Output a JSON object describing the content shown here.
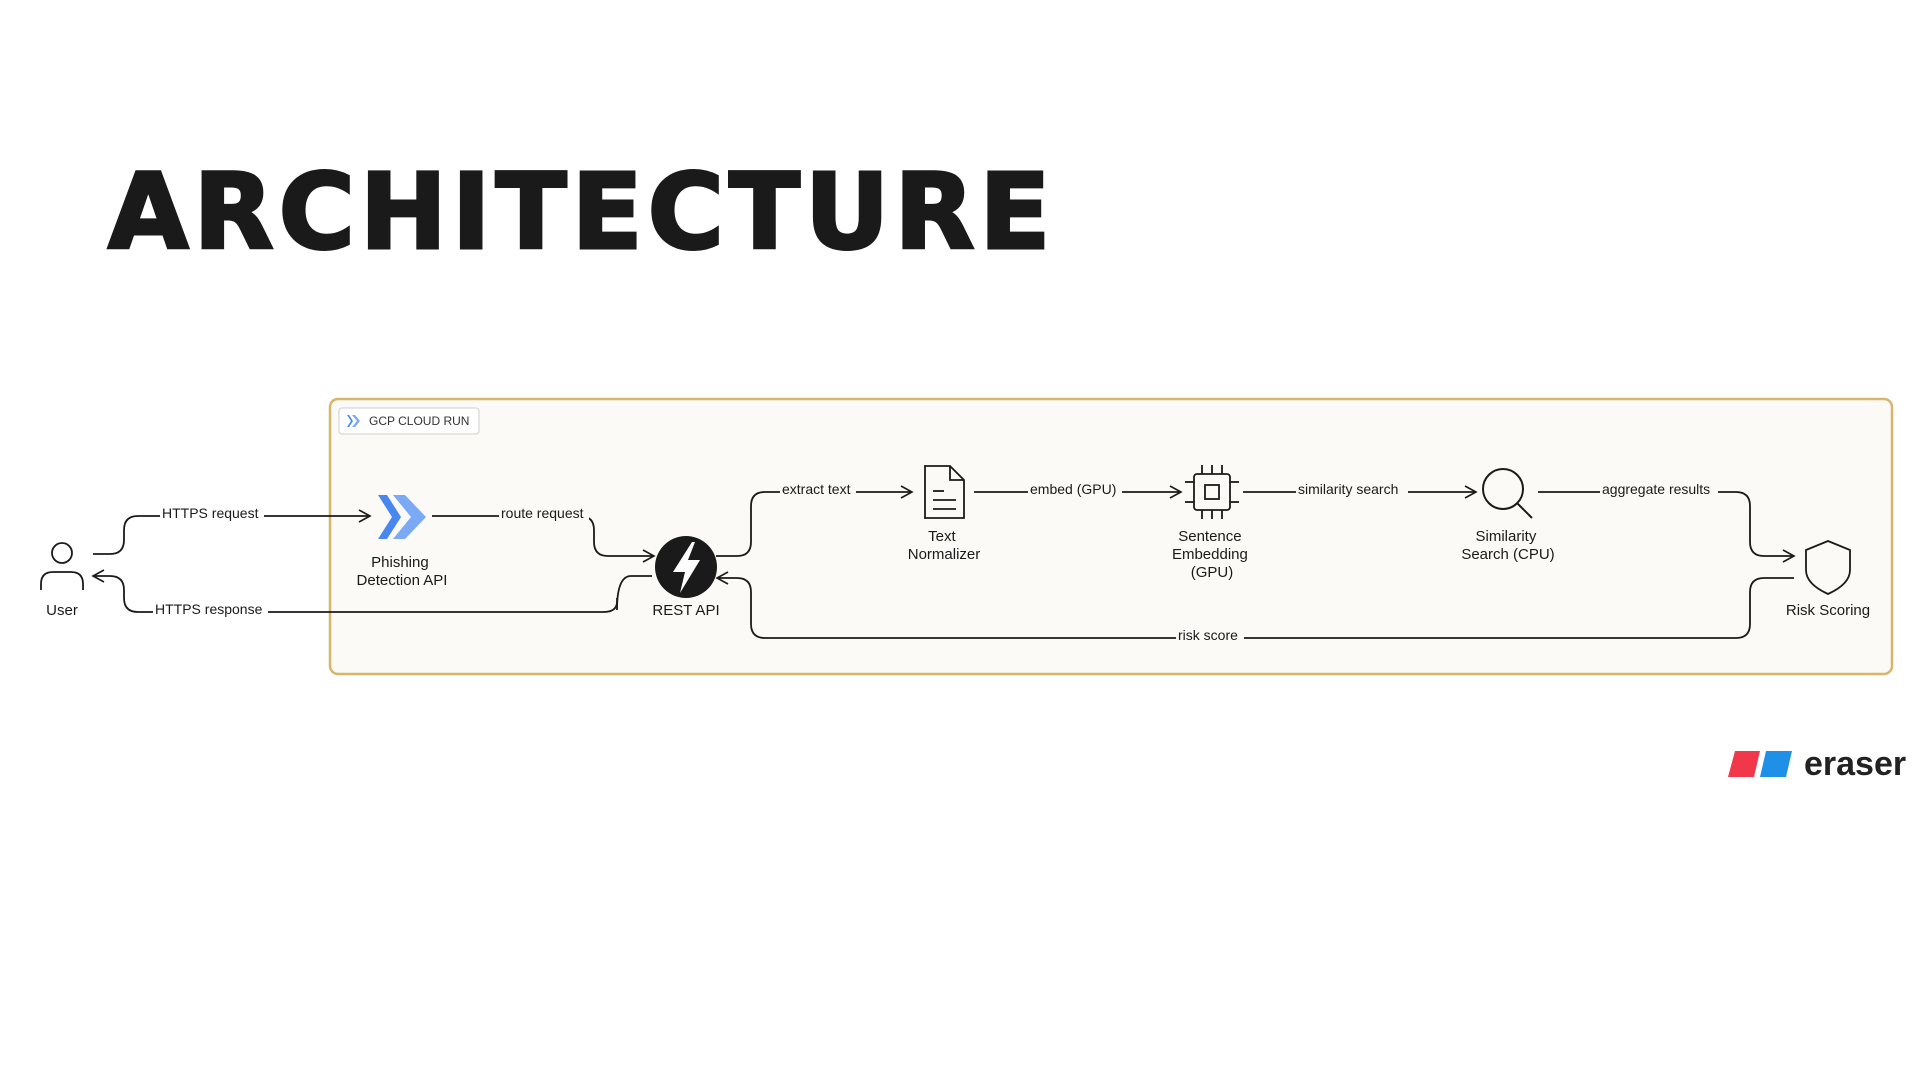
{
  "title": "ARCHITECTURE",
  "group": {
    "label": "GCP CLOUD RUN"
  },
  "nodes": {
    "user": "User",
    "phishing_api": [
      "Phishing",
      "Detection API"
    ],
    "rest_api": "REST API",
    "text_normalizer": [
      "Text",
      "Normalizer"
    ],
    "sentence_embedding": [
      "Sentence",
      "Embedding",
      "(GPU)"
    ],
    "similarity_search": [
      "Similarity",
      "Search (CPU)"
    ],
    "risk_scoring": "Risk Scoring"
  },
  "edges": {
    "https_request": "HTTPS request",
    "https_response": "HTTPS response",
    "route_request": "route request",
    "extract_text": "extract text",
    "embed_gpu": "embed (GPU)",
    "similarity_search": "similarity search",
    "aggregate_results": "aggregate results",
    "risk_score": "risk score"
  },
  "brand": {
    "name": "eraser"
  },
  "colors": {
    "group_border": "#d9b56a",
    "group_fill": "#fbfaf6",
    "cloud_run_blue": "#4a86f0",
    "brand_red": "#f0384a",
    "brand_blue": "#1e90e8",
    "line": "#1a1a1a"
  }
}
